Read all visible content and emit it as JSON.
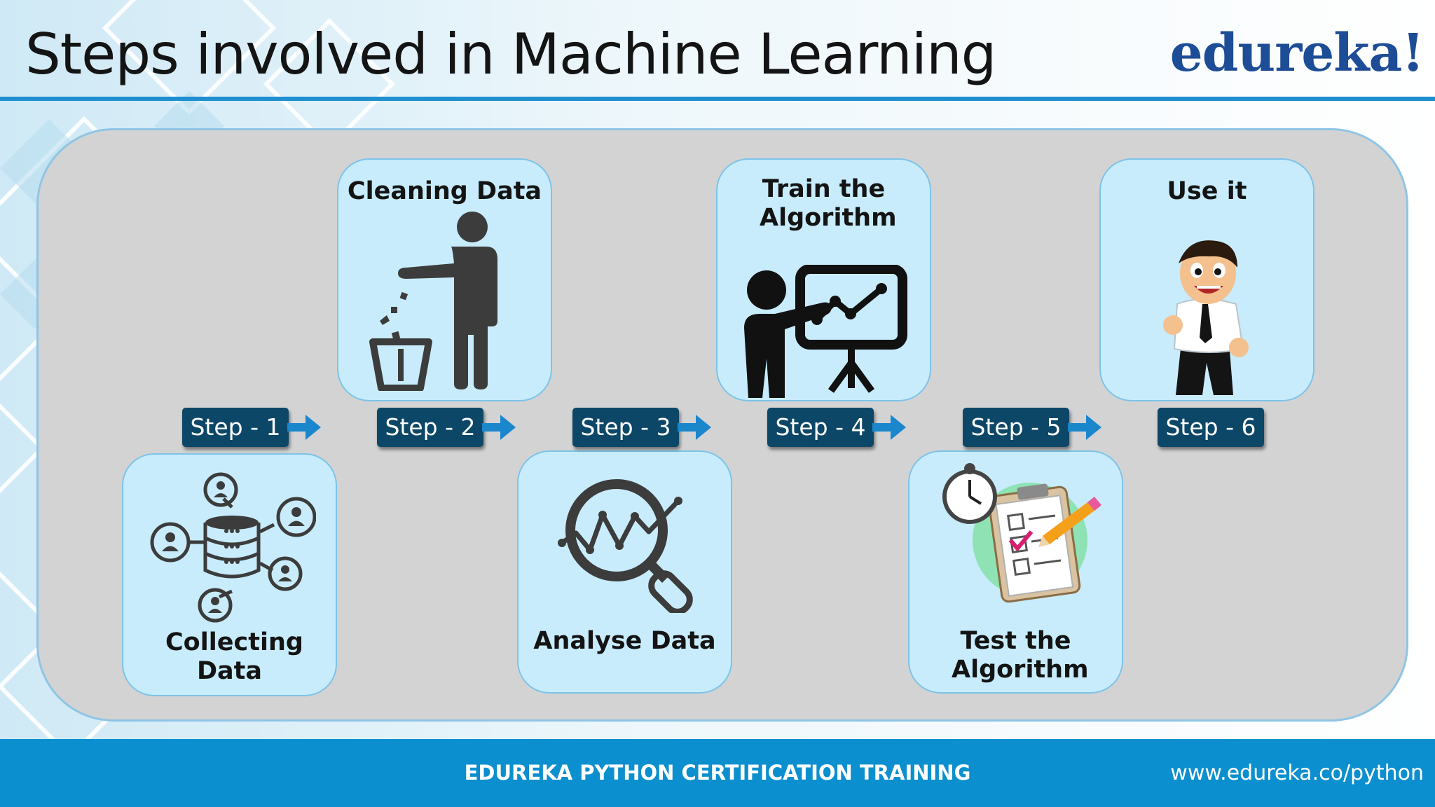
{
  "title": "Steps involved in Machine Learning",
  "logo": "edureka!",
  "steps": [
    {
      "label": "Step - 1",
      "card": "Collecting Data",
      "icon": "database-users-icon"
    },
    {
      "label": "Step - 2",
      "card": "Cleaning Data",
      "icon": "person-trash-icon"
    },
    {
      "label": "Step - 3",
      "card": "Analyse Data",
      "icon": "magnifier-chart-icon"
    },
    {
      "label": "Step - 4",
      "card": "Train the Algorithm",
      "icon": "presenter-board-icon"
    },
    {
      "label": "Step - 5",
      "card": "Test the Algorithm",
      "icon": "stopwatch-checklist-icon"
    },
    {
      "label": "Step - 6",
      "card": "Use it",
      "icon": "cartoon-man-icon"
    }
  ],
  "footer": {
    "center": "EDUREKA PYTHON CERTIFICATION TRAINING",
    "url": "www.edureka.co/python"
  },
  "colors": {
    "accent": "#1f8fd0",
    "logo": "#1d4d97",
    "panel": "#d4d3d3",
    "card": "#c8ecfc",
    "step_badge": "#0d4768",
    "footer": "#0c8fce"
  }
}
